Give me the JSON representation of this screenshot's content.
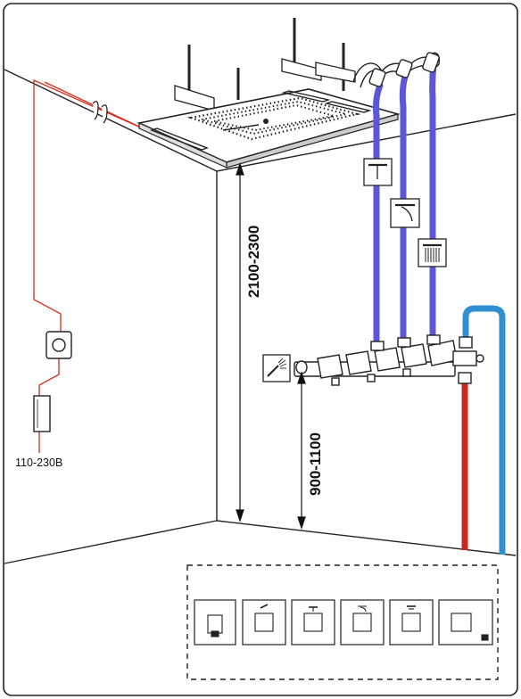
{
  "dimensions": {
    "ceiling_height": "2100-2300",
    "mixer_height": "900-1100"
  },
  "power": {
    "voltage_label": "110-230B"
  },
  "pipe_colors": {
    "cold_supply": "#2f8fd1",
    "hot_supply": "#c8281f",
    "outlet_pipes": "#5b57d6",
    "wiring": "#d62c1a"
  },
  "outlet_icons": [
    "top-rain-icon",
    "waterfall-icon",
    "curtain-spray-icon"
  ],
  "control_panel": {
    "tiles": [
      "power-box-icon",
      "hand-shower-icon",
      "rain-shower-icon",
      "waterfall-icon",
      "curtain-spray-icon",
      "mixer-box-icon"
    ]
  }
}
